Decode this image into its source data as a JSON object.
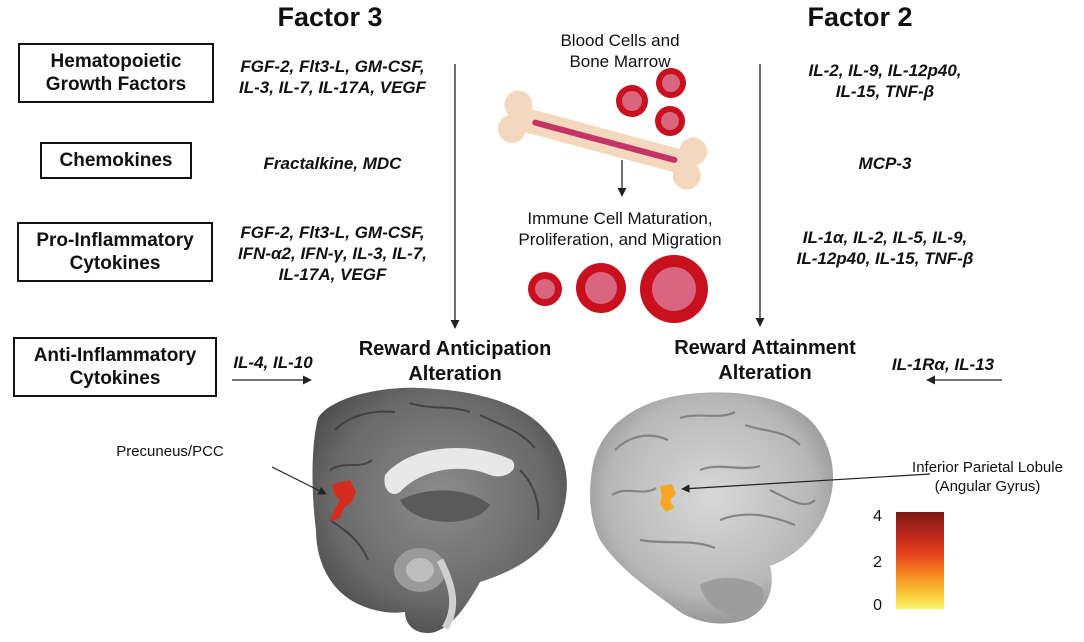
{
  "factors": {
    "left": "Factor 3",
    "right": "Factor 2"
  },
  "categories": [
    {
      "id": "hematopoietic",
      "lines": [
        "Hematopoietic",
        "Growth Factors"
      ],
      "factor3": [
        "FGF-2, Flt3-L, GM-CSF,",
        "IL-3, IL-7, IL-17A, VEGF"
      ],
      "factor2": [
        "IL-2, IL-9, IL-12p40,",
        "IL-15, TNF-β"
      ]
    },
    {
      "id": "chemokines",
      "lines": [
        "Chemokines"
      ],
      "factor3": [
        "Fractalkine, MDC"
      ],
      "factor2": [
        "MCP-3"
      ]
    },
    {
      "id": "pro-inflammatory",
      "lines": [
        "Pro-Inflammatory",
        "Cytokines"
      ],
      "factor3": [
        "FGF-2, Flt3-L, GM-CSF,",
        "IFN-α2, IFN-γ, IL-3, IL-7,",
        "IL-17A, VEGF"
      ],
      "factor2": [
        "IL-1α, IL-2, IL-5, IL-9,",
        "IL-12p40, IL-15, TNF-β"
      ]
    },
    {
      "id": "anti-inflammatory",
      "lines": [
        "Anti-Inflammatory",
        "Cytokines"
      ],
      "factor3": [
        "IL-4, IL-10"
      ],
      "factor2": [
        "IL-1Rα, IL-13"
      ]
    }
  ],
  "center": {
    "blood": [
      "Blood Cells and",
      "Bone Marrow"
    ],
    "immune": [
      "Immune Cell Maturation,",
      "Proliferation, and Migration"
    ]
  },
  "outcomes": {
    "anticipation": [
      "Reward Anticipation",
      "Alteration"
    ],
    "attainment": [
      "Reward Attainment",
      "Alteration"
    ]
  },
  "regions": {
    "left": [
      "Precuneus/PCC"
    ],
    "right": [
      "Inferior Parietal Lobule",
      "(Angular Gyrus)"
    ]
  },
  "colorbar": {
    "ticks": [
      "4",
      "2",
      "0"
    ],
    "colors": [
      "#7a1a14",
      "#c0281c",
      "#e8461e",
      "#f58a1e",
      "#f8c93a",
      "#fbf46a"
    ]
  },
  "colors": {
    "cell_outer": "#c8101f",
    "cell_inner": "#d9657e",
    "bone": "#f3d8be",
    "marrow": "#c53366"
  }
}
